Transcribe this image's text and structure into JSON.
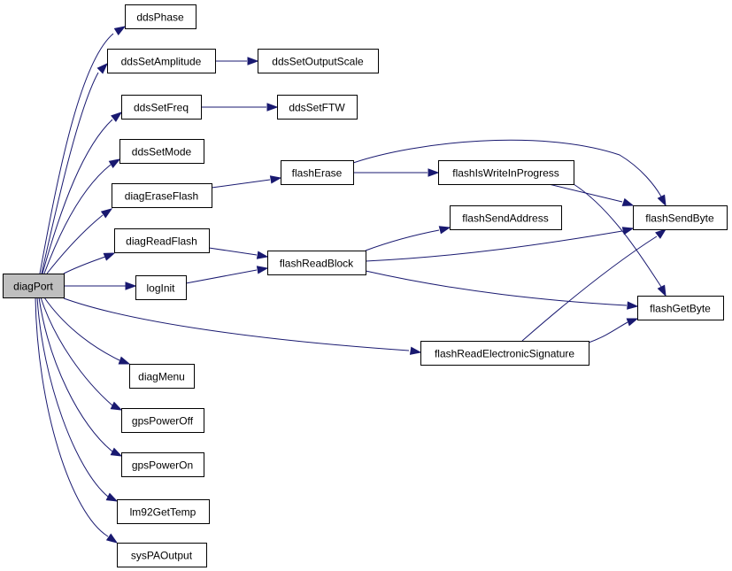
{
  "colors": {
    "edge": "#191970",
    "node_border": "#000000",
    "root_fill": "#bfbfbf",
    "node_fill": "#ffffff"
  },
  "nodes": [
    {
      "id": "diagPort",
      "label": "diagPort",
      "root": true
    },
    {
      "id": "ddsPhase",
      "label": "ddsPhase"
    },
    {
      "id": "ddsSetAmplitude",
      "label": "ddsSetAmplitude"
    },
    {
      "id": "ddsSetOutputScale",
      "label": "ddsSetOutputScale"
    },
    {
      "id": "ddsSetFreq",
      "label": "ddsSetFreq"
    },
    {
      "id": "ddsSetFTW",
      "label": "ddsSetFTW"
    },
    {
      "id": "ddsSetMode",
      "label": "ddsSetMode"
    },
    {
      "id": "diagEraseFlash",
      "label": "diagEraseFlash"
    },
    {
      "id": "flashErase",
      "label": "flashErase"
    },
    {
      "id": "flashIsWriteInProgress",
      "label": "flashIsWriteInProgress"
    },
    {
      "id": "flashSendByte",
      "label": "flashSendByte"
    },
    {
      "id": "flashSendAddress",
      "label": "flashSendAddress"
    },
    {
      "id": "diagReadFlash",
      "label": "diagReadFlash"
    },
    {
      "id": "flashReadBlock",
      "label": "flashReadBlock"
    },
    {
      "id": "logInit",
      "label": "logInit"
    },
    {
      "id": "flashGetByte",
      "label": "flashGetByte"
    },
    {
      "id": "flashReadElectronicSignature",
      "label": "flashReadElectronicSignature"
    },
    {
      "id": "diagMenu",
      "label": "diagMenu"
    },
    {
      "id": "gpsPowerOff",
      "label": "gpsPowerOff"
    },
    {
      "id": "gpsPowerOn",
      "label": "gpsPowerOn"
    },
    {
      "id": "lm92GetTemp",
      "label": "lm92GetTemp"
    },
    {
      "id": "sysPAOutput",
      "label": "sysPAOutput"
    }
  ],
  "edges": [
    {
      "from": "diagPort",
      "to": "ddsPhase"
    },
    {
      "from": "diagPort",
      "to": "ddsSetAmplitude"
    },
    {
      "from": "diagPort",
      "to": "ddsSetFreq"
    },
    {
      "from": "diagPort",
      "to": "ddsSetMode"
    },
    {
      "from": "diagPort",
      "to": "diagEraseFlash"
    },
    {
      "from": "diagPort",
      "to": "diagReadFlash"
    },
    {
      "from": "diagPort",
      "to": "logInit"
    },
    {
      "from": "diagPort",
      "to": "flashReadElectronicSignature"
    },
    {
      "from": "diagPort",
      "to": "diagMenu"
    },
    {
      "from": "diagPort",
      "to": "gpsPowerOff"
    },
    {
      "from": "diagPort",
      "to": "gpsPowerOn"
    },
    {
      "from": "diagPort",
      "to": "lm92GetTemp"
    },
    {
      "from": "diagPort",
      "to": "sysPAOutput"
    },
    {
      "from": "ddsSetAmplitude",
      "to": "ddsSetOutputScale"
    },
    {
      "from": "ddsSetFreq",
      "to": "ddsSetFTW"
    },
    {
      "from": "diagEraseFlash",
      "to": "flashErase"
    },
    {
      "from": "flashErase",
      "to": "flashIsWriteInProgress"
    },
    {
      "from": "flashErase",
      "to": "flashSendByte"
    },
    {
      "from": "flashIsWriteInProgress",
      "to": "flashSendByte"
    },
    {
      "from": "flashIsWriteInProgress",
      "to": "flashGetByte"
    },
    {
      "from": "diagReadFlash",
      "to": "flashReadBlock"
    },
    {
      "from": "logInit",
      "to": "flashReadBlock"
    },
    {
      "from": "flashReadBlock",
      "to": "flashSendAddress"
    },
    {
      "from": "flashReadBlock",
      "to": "flashSendByte"
    },
    {
      "from": "flashReadBlock",
      "to": "flashGetByte"
    },
    {
      "from": "flashReadElectronicSignature",
      "to": "flashSendByte"
    },
    {
      "from": "flashReadElectronicSignature",
      "to": "flashGetByte"
    }
  ]
}
